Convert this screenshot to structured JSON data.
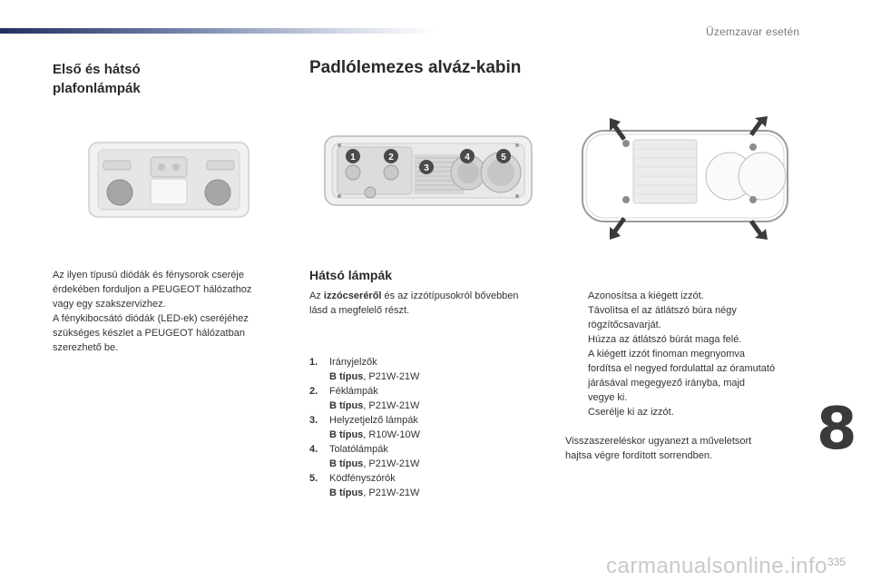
{
  "header": {
    "section_title": "Üzemzavar esetén"
  },
  "left": {
    "heading_line1": "Első és hátsó",
    "heading_line2": "plafonlámpák",
    "paragraph": [
      "Az ilyen típusú diódák és fénysorok cseréje",
      "érdekében forduljon a PEUGEOT hálózathoz",
      "vagy egy szakszervizhez.",
      "A fénykibocsátó diódák (LED-ek) cseréjéhez",
      "szükséges készlet a PEUGEOT hálózatban",
      "szerezhető be."
    ]
  },
  "main": {
    "title": "Padlólemezes alváz-kabin",
    "diagram_labels": [
      "1",
      "2",
      "3",
      "4",
      "5"
    ],
    "rear_lamps": {
      "heading": "Hátsó lámpák",
      "intro_prefix": "Az ",
      "intro_bold": "izzócseréről",
      "intro_suffix": " és az izzótípusokról bővebben",
      "intro_line2": "lásd a megfelelő részt.",
      "type_label": "B típus",
      "bulbs": [
        {
          "num": "1.",
          "name": "Irányjelzők",
          "spec": ", P21W-21W"
        },
        {
          "num": "2.",
          "name": "Féklámpák",
          "spec": ", P21W-21W"
        },
        {
          "num": "3.",
          "name": "Helyzetjelző lámpák",
          "spec": ", R10W-10W"
        },
        {
          "num": "4.",
          "name": "Tolatólámpák",
          "spec": ", P21W-21W"
        },
        {
          "num": "5.",
          "name": "Ködfényszórók",
          "spec": ", P21W-21W"
        }
      ]
    },
    "steps": {
      "bullet": "",
      "lines": [
        [
          "Azonosítsa a kiégett izzót."
        ],
        [
          "Távolítsa el az átlátszó búra négy",
          "rögzítőcsavarját."
        ],
        [
          "Húzza az átlátszó búrát maga felé."
        ],
        [
          "A kiégett izzót finoman megnyomva",
          "fordítsa el negyed fordulattal az óramutató",
          "járásával megegyező irányba, majd",
          "vegye ki."
        ],
        [
          "Cserélje ki az izzót."
        ]
      ],
      "reassembly_line1": "Visszaszereléskor ugyanezt a műveletsort",
      "reassembly_line2": "hajtsa végre fordított sorrendben."
    }
  },
  "chapter_number": "8",
  "page_number": "335",
  "watermark": "carmanualsonline.info"
}
